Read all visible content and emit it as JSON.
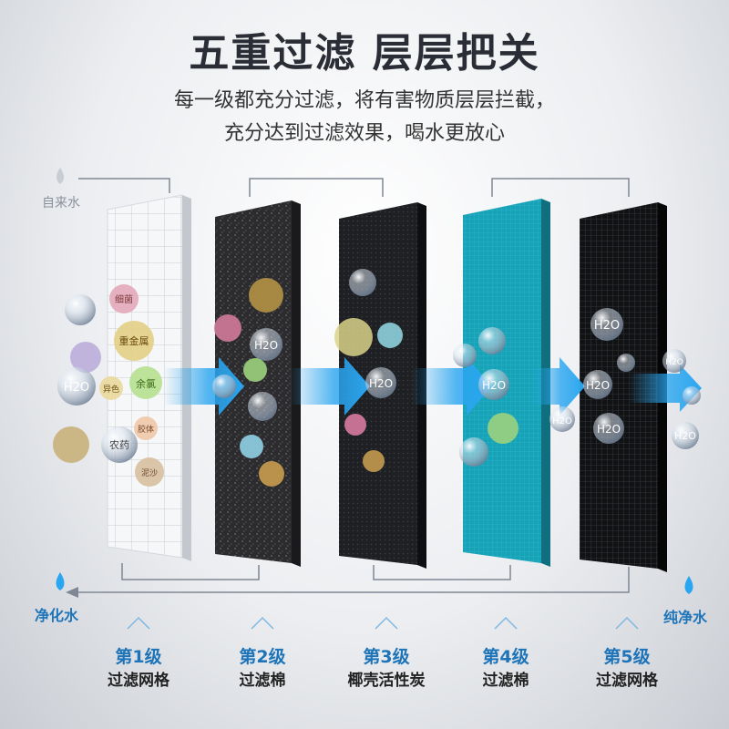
{
  "header": {
    "title": "五重过滤  层层把关",
    "subtitle_line1": "每一级都充分过滤，将有害物质层层拦截，",
    "subtitle_line2": "充分达到过滤效果，喝水更放心"
  },
  "flow": {
    "input_label": "自来水",
    "output_left_label": "净化水",
    "output_right_label": "纯净水"
  },
  "stages": [
    {
      "level": "第1级",
      "name": "过滤网格",
      "color": "#f4f5f7"
    },
    {
      "level": "第2级",
      "name": "过滤棉",
      "color": "#2b2b2e"
    },
    {
      "level": "第3级",
      "name": "椰壳活性炭",
      "color": "#1d1f23"
    },
    {
      "level": "第4级",
      "name": "过滤棉",
      "color": "#1da2b6"
    },
    {
      "level": "第5级",
      "name": "过滤网格",
      "color": "#141518"
    }
  ],
  "particles": {
    "bacteria": "细菌",
    "heavy_metal": "重金属",
    "color": "异色",
    "residual_chlorine": "余氯",
    "pesticide": "农药",
    "colloid": "胶体",
    "sediment": "泥沙",
    "water": "H2O"
  },
  "colors": {
    "accent_blue": "#1e74b8",
    "arrow_blue": "#2aa6f0",
    "line_gray": "#7f8794"
  }
}
